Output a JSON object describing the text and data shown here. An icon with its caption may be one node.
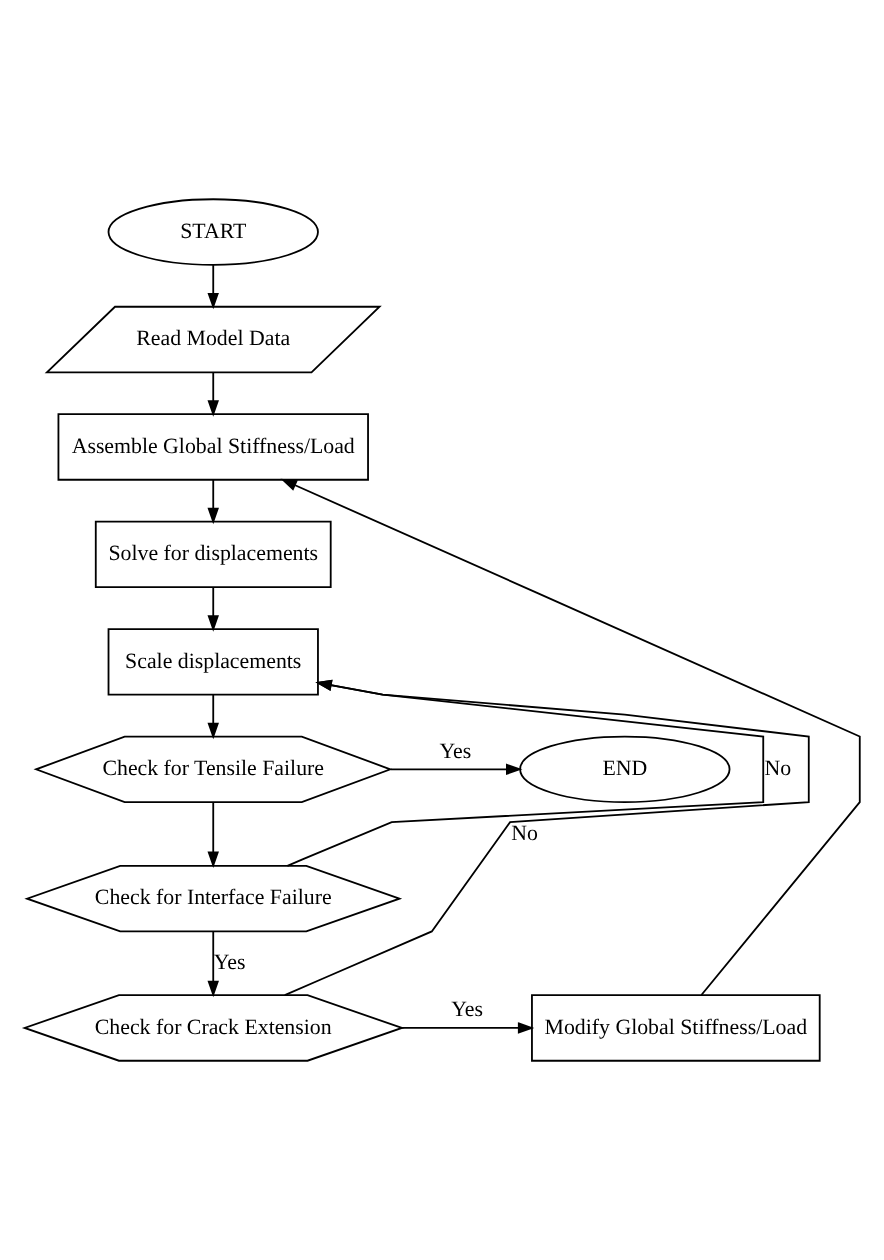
{
  "diagram": {
    "nodes": [
      {
        "text": [
          "START"
        ]
      },
      {
        "text": [
          "Read Model Data"
        ]
      },
      {
        "text": [
          "Assemble Global Stiffness/Load"
        ]
      },
      {
        "text": [
          "Solve for displacements"
        ]
      },
      {
        "text": [
          "Scale displacements"
        ]
      },
      {
        "text": [
          "Check for Tensile Failure"
        ]
      },
      {
        "text": [
          "END"
        ]
      },
      {
        "text": [
          "Check for Interface Failure"
        ]
      },
      {
        "text": [
          "Check for Crack Extension"
        ]
      },
      {
        "text": [
          "Modify Global Stiffness/Load"
        ]
      }
    ],
    "edges": [
      {
        "from": 0,
        "to": 1,
        "arrow": "to"
      },
      {
        "from": 1,
        "to": 2,
        "arrow": "to"
      },
      {
        "from": 2,
        "to": 3,
        "arrow": "to"
      },
      {
        "from": 3,
        "to": 4,
        "arrow": "to"
      },
      {
        "from": 4,
        "to": 5,
        "arrow": "to"
      },
      {
        "from": 5,
        "to": 6,
        "arrow": "to",
        "label": "Yes"
      },
      {
        "from": 5,
        "to": 7,
        "arrow": "to"
      },
      {
        "from": 7,
        "to": 8,
        "arrow": "to",
        "label": "Yes"
      },
      {
        "from": 7,
        "to": 4,
        "arrow": "to",
        "label": "No"
      },
      {
        "from": 8,
        "to": 4,
        "arrow": "to",
        "label": "No"
      },
      {
        "from": 8,
        "to": 9,
        "arrow": "to",
        "label": "Yes"
      },
      {
        "from": 9,
        "to": 2,
        "arrow": "to"
      }
    ]
  }
}
